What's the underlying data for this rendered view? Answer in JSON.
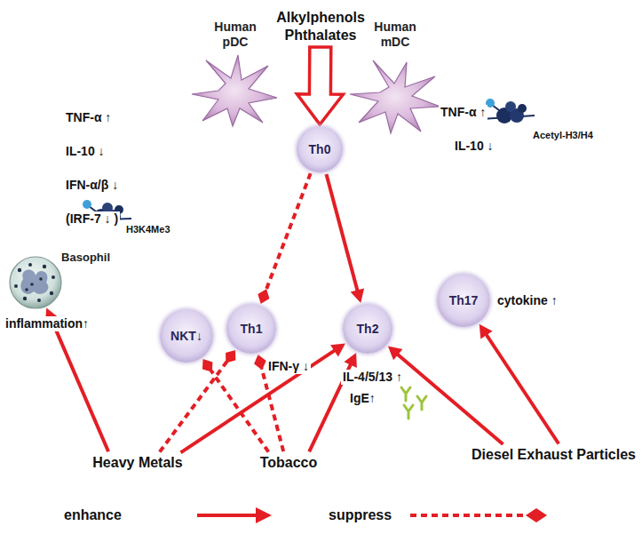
{
  "diagram": {
    "nodes": [
      {
        "text": [
          "Alkylphenols Phthalates"
        ]
      },
      {
        "text": [
          "Human pDC"
        ]
      },
      {
        "text": [
          "Th0"
        ]
      },
      {
        "text": [
          "Human mDC"
        ]
      },
      {
        "text": [
          "Basophil"
        ]
      },
      {
        "text": [
          "NKT↓"
        ]
      },
      {
        "text": [
          "Th1"
        ]
      },
      {
        "text": [
          "Th2"
        ]
      },
      {
        "text": [
          "Th17"
        ]
      },
      {
        "text": [
          "Heavy Metals"
        ]
      },
      {
        "text": [
          "Tobacco"
        ]
      },
      {
        "text": [
          "Diesel Exhaust Particles"
        ]
      }
    ],
    "edges": [
      {
        "from": 0,
        "to": 2,
        "arrow": "to"
      },
      {
        "from": 2,
        "to": 6,
        "arrow": "to"
      },
      {
        "from": 2,
        "to": 7,
        "arrow": "to"
      },
      {
        "from": 9,
        "to": 4,
        "arrow": "to"
      },
      {
        "from": 9,
        "to": 6,
        "arrow": "to"
      },
      {
        "from": 9,
        "to": 7,
        "arrow": "to"
      },
      {
        "from": 10,
        "to": 5,
        "arrow": "to"
      },
      {
        "from": 10,
        "to": 6,
        "arrow": "to"
      },
      {
        "from": 10,
        "to": 7,
        "arrow": "to"
      },
      {
        "from": 11,
        "to": 7,
        "arrow": "to"
      },
      {
        "from": 11,
        "to": 8,
        "arrow": "to"
      }
    ],
    "labels": [
      "TNF-α ↑",
      "IL-10 ↓",
      "IFN-α/β ↓",
      "(IRF-7 ↓ )",
      "H3K4Me3",
      "TNF-α ↑",
      "IL-10 ↓",
      "Acetyl-H3/H4",
      "inflammation↑",
      "IFN-γ ↓",
      "IL-4/5/13 ↑",
      "IgE↑",
      "cytokine ↑"
    ],
    "legend": [
      {
        "text": "enhance"
      },
      {
        "text": "suppress"
      }
    ]
  }
}
